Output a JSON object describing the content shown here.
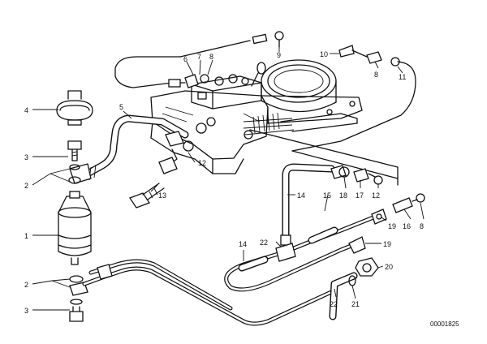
{
  "diagram": {
    "drawing_code": "00001825",
    "callouts": {
      "c1": "1",
      "c2a": "2",
      "c2b": "2",
      "c3a": "3",
      "c3b": "3",
      "c4": "4",
      "c5": "5",
      "c6": "6",
      "c7": "7",
      "c8a": "8",
      "c8b": "8",
      "c8c": "8",
      "c9": "9",
      "c10": "10",
      "c11": "11",
      "c12a": "12",
      "c12b": "12",
      "c13": "13",
      "c14a": "14",
      "c14b": "14",
      "c15": "15",
      "c16": "16",
      "c17": "17",
      "c18": "18",
      "c19a": "19",
      "c19b": "19",
      "c20": "20",
      "c21": "21",
      "c22a": "22",
      "c22b": "22"
    }
  }
}
